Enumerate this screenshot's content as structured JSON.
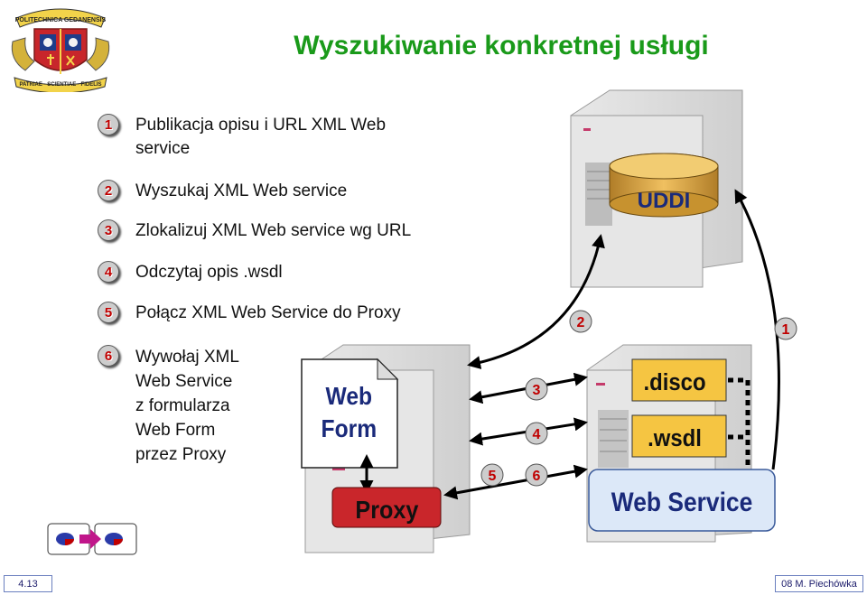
{
  "title": "Wyszukiwanie konkretnej usługi",
  "logo": {
    "arc_text": "POLITECHNICA GEDANENSIS",
    "motto": "PATRIAE · SCIENTIAE · FIDELIS"
  },
  "steps": [
    {
      "num": "1",
      "line1": "Publikacja opisu i URL XML Web",
      "line2": "service"
    },
    {
      "num": "2",
      "line1": "Wyszukaj XML Web service"
    },
    {
      "num": "3",
      "line1": "Zlokalizuj XML Web service wg URL"
    },
    {
      "num": "4",
      "line1": "Odczytaj opis .wsdl"
    },
    {
      "num": "5",
      "line1": "Połącz XML Web Service do Proxy"
    },
    {
      "num": "6",
      "line1": "Wywołaj XML",
      "line2": "Web Service",
      "line3": "z formularza",
      "line4": "Web Form",
      "line5": "przez Proxy"
    }
  ],
  "diagram": {
    "uddi": "UDDI",
    "web_form_line1": "Web",
    "web_form_line2": "Form",
    "proxy": "Proxy",
    "disco": ".disco",
    "wsdl": ".wsdl",
    "web_service": "Web Service",
    "arrow_labels": {
      "a2": "2",
      "a1": "1",
      "a3": "3",
      "a4": "4",
      "a5": "5",
      "a6": "6"
    }
  },
  "footer": {
    "left": "4.13",
    "right": "08 M. Piechówka"
  },
  "colors": {
    "title": "#1a9a1a",
    "badge_text": "#c00000",
    "uddi_fill": "#d9a84a",
    "label_fill": "#f5c542",
    "webservice_fill": "#dce8f8"
  }
}
